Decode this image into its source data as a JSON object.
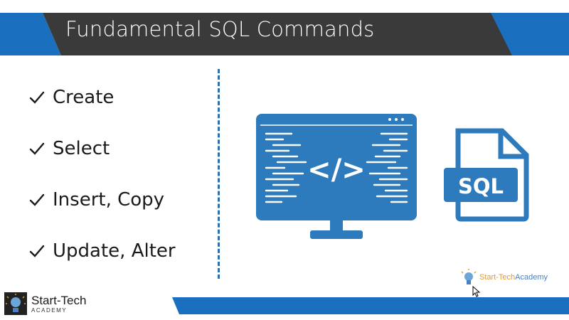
{
  "slide": {
    "title": "Fundamental SQL Commands"
  },
  "checklist": {
    "items": [
      {
        "label": "Create"
      },
      {
        "label": "Select"
      },
      {
        "label": "Insert, Copy"
      },
      {
        "label": "Update, Alter"
      }
    ]
  },
  "illustration": {
    "code_symbol": "</>",
    "file_label": "SQL"
  },
  "content_logo": {
    "brand_part1": "Start-Tech",
    "brand_part2": "Academy"
  },
  "footer": {
    "brand": "Start-Tech",
    "subtitle": "ACADEMY"
  },
  "colors": {
    "title_bar_dark": "#3a3a3a",
    "accent_blue": "#1a6fbf",
    "icon_blue": "#2d7bbd",
    "divider_blue": "#2f6fa8",
    "logo_orange": "#e89a2c"
  },
  "icons": {
    "check": "check-icon",
    "monitor": "code-monitor-icon",
    "file": "sql-file-icon",
    "cursor": "mouse-cursor-icon"
  }
}
